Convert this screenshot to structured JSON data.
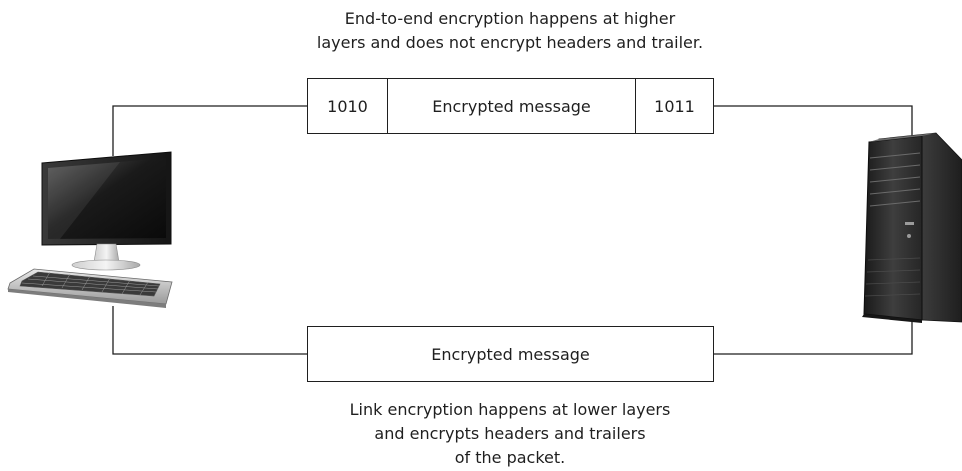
{
  "end_to_end": {
    "caption_line1": "End-to-end encryption happens at higher",
    "caption_line2": "layers and does not encrypt headers and trailer.",
    "header": "1010",
    "message": "Encrypted message",
    "trailer": "1011"
  },
  "link": {
    "message": "Encrypted message",
    "caption_line1": "Link encryption happens at lower layers",
    "caption_line2": "and encrypts headers and trailers",
    "caption_line3": "of the packet."
  },
  "icons": {
    "left": "desktop-computer-icon",
    "right": "server-tower-icon"
  },
  "colors": {
    "line": "#1f1f1f",
    "monitor_bezel": "#1c1c1c",
    "server_body": "#2b2b2b"
  }
}
